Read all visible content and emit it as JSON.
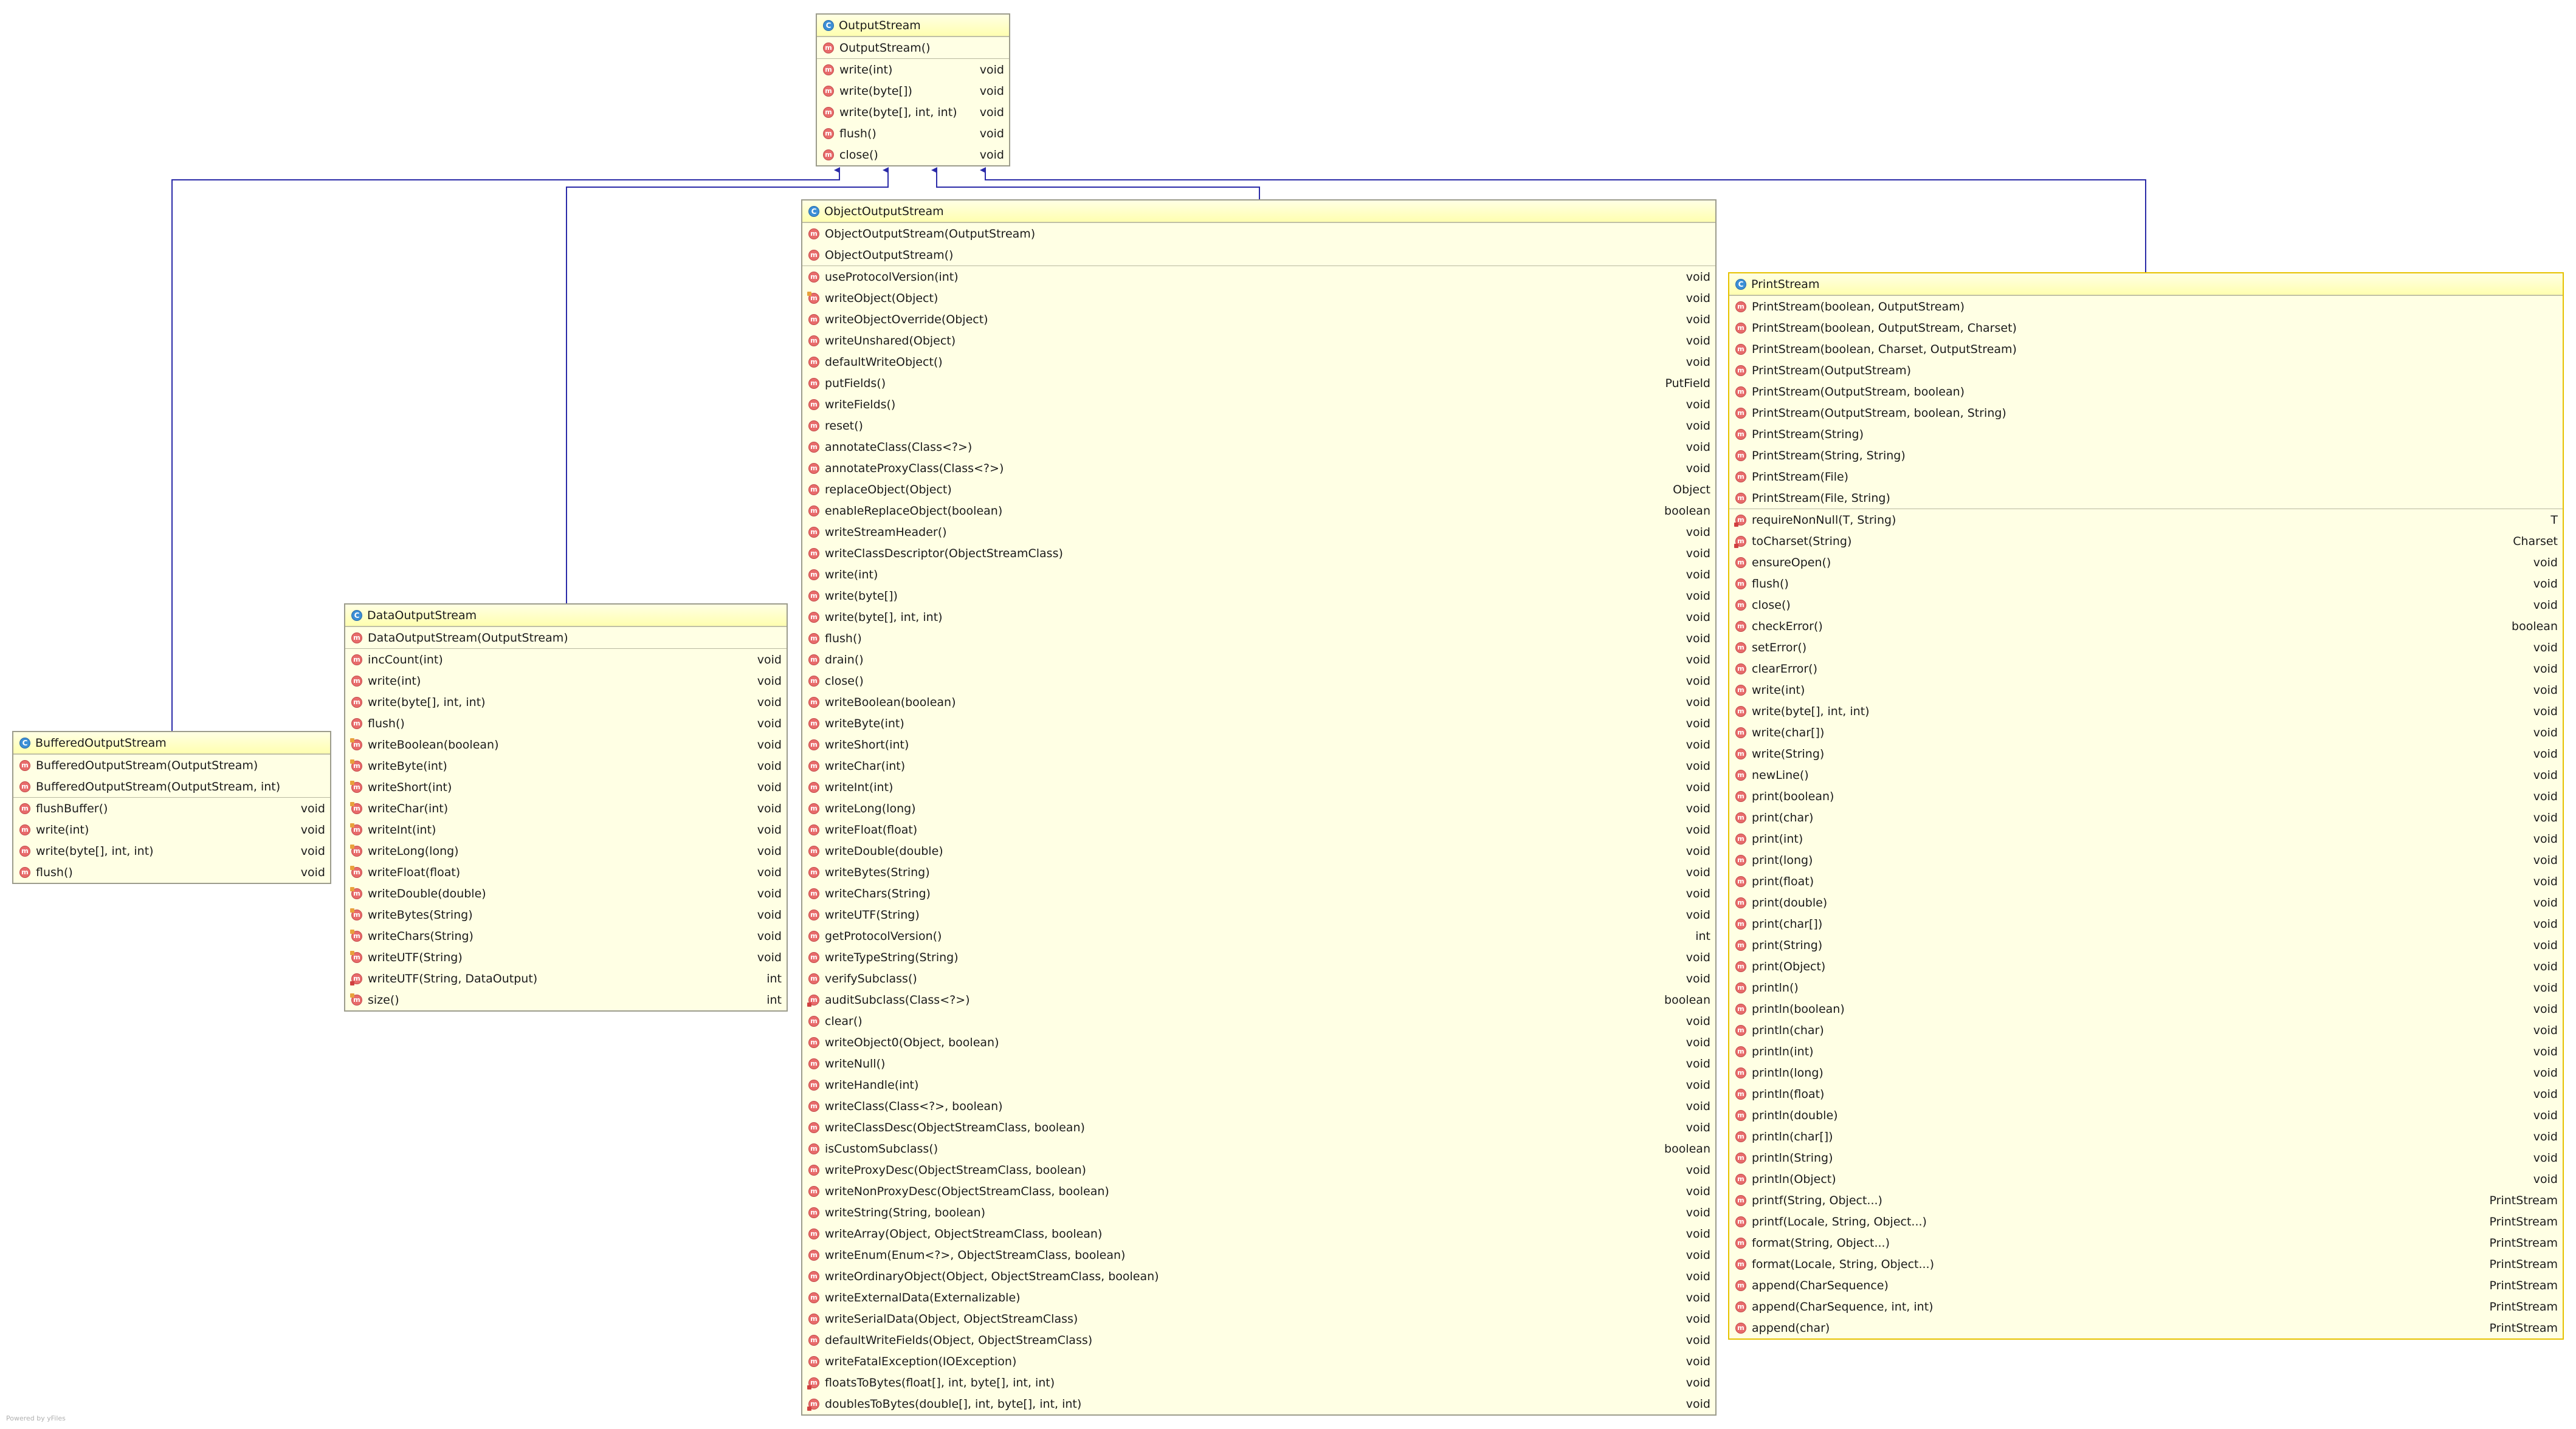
{
  "credit": "Powered by yFiles",
  "classes": {
    "OutputStream": {
      "name": "OutputStream",
      "constructors": [
        {
          "sig": "OutputStream()",
          "ret": "",
          "vis": "public"
        }
      ],
      "methods": [
        {
          "sig": "write(int)",
          "ret": "void",
          "vis": "public"
        },
        {
          "sig": "write(byte[])",
          "ret": "void",
          "vis": "public"
        },
        {
          "sig": "write(byte[], int, int)",
          "ret": "void",
          "vis": "public"
        },
        {
          "sig": "flush()",
          "ret": "void",
          "vis": "public"
        },
        {
          "sig": "close()",
          "ret": "void",
          "vis": "public"
        }
      ]
    },
    "ObjectOutputStream": {
      "name": "ObjectOutputStream",
      "constructors": [
        {
          "sig": "ObjectOutputStream(OutputStream)",
          "ret": "",
          "vis": "public"
        },
        {
          "sig": "ObjectOutputStream()",
          "ret": "",
          "vis": "public"
        }
      ],
      "methods": [
        {
          "sig": "useProtocolVersion(int)",
          "ret": "void",
          "vis": "public"
        },
        {
          "sig": "writeObject(Object)",
          "ret": "void",
          "vis": "protected"
        },
        {
          "sig": "writeObjectOverride(Object)",
          "ret": "void",
          "vis": "public"
        },
        {
          "sig": "writeUnshared(Object)",
          "ret": "void",
          "vis": "public"
        },
        {
          "sig": "defaultWriteObject()",
          "ret": "void",
          "vis": "public"
        },
        {
          "sig": "putFields()",
          "ret": "PutField",
          "vis": "public"
        },
        {
          "sig": "writeFields()",
          "ret": "void",
          "vis": "public"
        },
        {
          "sig": "reset()",
          "ret": "void",
          "vis": "public"
        },
        {
          "sig": "annotateClass(Class<?>)",
          "ret": "void",
          "vis": "public"
        },
        {
          "sig": "annotateProxyClass(Class<?>)",
          "ret": "void",
          "vis": "public"
        },
        {
          "sig": "replaceObject(Object)",
          "ret": "Object",
          "vis": "public"
        },
        {
          "sig": "enableReplaceObject(boolean)",
          "ret": "boolean",
          "vis": "public"
        },
        {
          "sig": "writeStreamHeader()",
          "ret": "void",
          "vis": "public"
        },
        {
          "sig": "writeClassDescriptor(ObjectStreamClass)",
          "ret": "void",
          "vis": "public"
        },
        {
          "sig": "write(int)",
          "ret": "void",
          "vis": "public"
        },
        {
          "sig": "write(byte[])",
          "ret": "void",
          "vis": "public"
        },
        {
          "sig": "write(byte[], int, int)",
          "ret": "void",
          "vis": "public"
        },
        {
          "sig": "flush()",
          "ret": "void",
          "vis": "public"
        },
        {
          "sig": "drain()",
          "ret": "void",
          "vis": "public"
        },
        {
          "sig": "close()",
          "ret": "void",
          "vis": "public"
        },
        {
          "sig": "writeBoolean(boolean)",
          "ret": "void",
          "vis": "public"
        },
        {
          "sig": "writeByte(int)",
          "ret": "void",
          "vis": "public"
        },
        {
          "sig": "writeShort(int)",
          "ret": "void",
          "vis": "public"
        },
        {
          "sig": "writeChar(int)",
          "ret": "void",
          "vis": "public"
        },
        {
          "sig": "writeInt(int)",
          "ret": "void",
          "vis": "public"
        },
        {
          "sig": "writeLong(long)",
          "ret": "void",
          "vis": "public"
        },
        {
          "sig": "writeFloat(float)",
          "ret": "void",
          "vis": "public"
        },
        {
          "sig": "writeDouble(double)",
          "ret": "void",
          "vis": "public"
        },
        {
          "sig": "writeBytes(String)",
          "ret": "void",
          "vis": "public"
        },
        {
          "sig": "writeChars(String)",
          "ret": "void",
          "vis": "public"
        },
        {
          "sig": "writeUTF(String)",
          "ret": "void",
          "vis": "public"
        },
        {
          "sig": "getProtocolVersion()",
          "ret": "int",
          "vis": "public"
        },
        {
          "sig": "writeTypeString(String)",
          "ret": "void",
          "vis": "public"
        },
        {
          "sig": "verifySubclass()",
          "ret": "void",
          "vis": "public"
        },
        {
          "sig": "auditSubclass(Class<?>)",
          "ret": "boolean",
          "vis": "private"
        },
        {
          "sig": "clear()",
          "ret": "void",
          "vis": "public"
        },
        {
          "sig": "writeObject0(Object, boolean)",
          "ret": "void",
          "vis": "public"
        },
        {
          "sig": "writeNull()",
          "ret": "void",
          "vis": "public"
        },
        {
          "sig": "writeHandle(int)",
          "ret": "void",
          "vis": "public"
        },
        {
          "sig": "writeClass(Class<?>, boolean)",
          "ret": "void",
          "vis": "public"
        },
        {
          "sig": "writeClassDesc(ObjectStreamClass, boolean)",
          "ret": "void",
          "vis": "public"
        },
        {
          "sig": "isCustomSubclass()",
          "ret": "boolean",
          "vis": "public"
        },
        {
          "sig": "writeProxyDesc(ObjectStreamClass, boolean)",
          "ret": "void",
          "vis": "public"
        },
        {
          "sig": "writeNonProxyDesc(ObjectStreamClass, boolean)",
          "ret": "void",
          "vis": "public"
        },
        {
          "sig": "writeString(String, boolean)",
          "ret": "void",
          "vis": "public"
        },
        {
          "sig": "writeArray(Object, ObjectStreamClass, boolean)",
          "ret": "void",
          "vis": "public"
        },
        {
          "sig": "writeEnum(Enum<?>, ObjectStreamClass, boolean)",
          "ret": "void",
          "vis": "public"
        },
        {
          "sig": "writeOrdinaryObject(Object, ObjectStreamClass, boolean)",
          "ret": "void",
          "vis": "public"
        },
        {
          "sig": "writeExternalData(Externalizable)",
          "ret": "void",
          "vis": "public"
        },
        {
          "sig": "writeSerialData(Object, ObjectStreamClass)",
          "ret": "void",
          "vis": "public"
        },
        {
          "sig": "defaultWriteFields(Object, ObjectStreamClass)",
          "ret": "void",
          "vis": "public"
        },
        {
          "sig": "writeFatalException(IOException)",
          "ret": "void",
          "vis": "public"
        },
        {
          "sig": "floatsToBytes(float[], int, byte[], int, int)",
          "ret": "void",
          "vis": "private"
        },
        {
          "sig": "doublesToBytes(double[], int, byte[], int, int)",
          "ret": "void",
          "vis": "private"
        }
      ]
    },
    "PrintStream": {
      "name": "PrintStream",
      "constructors": [
        {
          "sig": "PrintStream(boolean, OutputStream)",
          "ret": "",
          "vis": "public"
        },
        {
          "sig": "PrintStream(boolean, OutputStream, Charset)",
          "ret": "",
          "vis": "public"
        },
        {
          "sig": "PrintStream(boolean, Charset, OutputStream)",
          "ret": "",
          "vis": "public"
        },
        {
          "sig": "PrintStream(OutputStream)",
          "ret": "",
          "vis": "public"
        },
        {
          "sig": "PrintStream(OutputStream, boolean)",
          "ret": "",
          "vis": "public"
        },
        {
          "sig": "PrintStream(OutputStream, boolean, String)",
          "ret": "",
          "vis": "public"
        },
        {
          "sig": "PrintStream(String)",
          "ret": "",
          "vis": "public"
        },
        {
          "sig": "PrintStream(String, String)",
          "ret": "",
          "vis": "public"
        },
        {
          "sig": "PrintStream(File)",
          "ret": "",
          "vis": "public"
        },
        {
          "sig": "PrintStream(File, String)",
          "ret": "",
          "vis": "public"
        }
      ],
      "methods": [
        {
          "sig": "requireNonNull(T, String)",
          "ret": "T",
          "vis": "private"
        },
        {
          "sig": "toCharset(String)",
          "ret": "Charset",
          "vis": "private"
        },
        {
          "sig": "ensureOpen()",
          "ret": "void",
          "vis": "public"
        },
        {
          "sig": "flush()",
          "ret": "void",
          "vis": "public"
        },
        {
          "sig": "close()",
          "ret": "void",
          "vis": "public"
        },
        {
          "sig": "checkError()",
          "ret": "boolean",
          "vis": "public"
        },
        {
          "sig": "setError()",
          "ret": "void",
          "vis": "public"
        },
        {
          "sig": "clearError()",
          "ret": "void",
          "vis": "public"
        },
        {
          "sig": "write(int)",
          "ret": "void",
          "vis": "public"
        },
        {
          "sig": "write(byte[], int, int)",
          "ret": "void",
          "vis": "public"
        },
        {
          "sig": "write(char[])",
          "ret": "void",
          "vis": "public"
        },
        {
          "sig": "write(String)",
          "ret": "void",
          "vis": "public"
        },
        {
          "sig": "newLine()",
          "ret": "void",
          "vis": "public"
        },
        {
          "sig": "print(boolean)",
          "ret": "void",
          "vis": "public"
        },
        {
          "sig": "print(char)",
          "ret": "void",
          "vis": "public"
        },
        {
          "sig": "print(int)",
          "ret": "void",
          "vis": "public"
        },
        {
          "sig": "print(long)",
          "ret": "void",
          "vis": "public"
        },
        {
          "sig": "print(float)",
          "ret": "void",
          "vis": "public"
        },
        {
          "sig": "print(double)",
          "ret": "void",
          "vis": "public"
        },
        {
          "sig": "print(char[])",
          "ret": "void",
          "vis": "public"
        },
        {
          "sig": "print(String)",
          "ret": "void",
          "vis": "public"
        },
        {
          "sig": "print(Object)",
          "ret": "void",
          "vis": "public"
        },
        {
          "sig": "println()",
          "ret": "void",
          "vis": "public"
        },
        {
          "sig": "println(boolean)",
          "ret": "void",
          "vis": "public"
        },
        {
          "sig": "println(char)",
          "ret": "void",
          "vis": "public"
        },
        {
          "sig": "println(int)",
          "ret": "void",
          "vis": "public"
        },
        {
          "sig": "println(long)",
          "ret": "void",
          "vis": "public"
        },
        {
          "sig": "println(float)",
          "ret": "void",
          "vis": "public"
        },
        {
          "sig": "println(double)",
          "ret": "void",
          "vis": "public"
        },
        {
          "sig": "println(char[])",
          "ret": "void",
          "vis": "public"
        },
        {
          "sig": "println(String)",
          "ret": "void",
          "vis": "public"
        },
        {
          "sig": "println(Object)",
          "ret": "void",
          "vis": "public"
        },
        {
          "sig": "printf(String, Object...)",
          "ret": "PrintStream",
          "vis": "public"
        },
        {
          "sig": "printf(Locale, String, Object...)",
          "ret": "PrintStream",
          "vis": "public"
        },
        {
          "sig": "format(String, Object...)",
          "ret": "PrintStream",
          "vis": "public"
        },
        {
          "sig": "format(Locale, String, Object...)",
          "ret": "PrintStream",
          "vis": "public"
        },
        {
          "sig": "append(CharSequence)",
          "ret": "PrintStream",
          "vis": "public"
        },
        {
          "sig": "append(CharSequence, int, int)",
          "ret": "PrintStream",
          "vis": "public"
        },
        {
          "sig": "append(char)",
          "ret": "PrintStream",
          "vis": "public"
        }
      ]
    },
    "DataOutputStream": {
      "name": "DataOutputStream",
      "constructors": [
        {
          "sig": "DataOutputStream(OutputStream)",
          "ret": "",
          "vis": "public"
        }
      ],
      "methods": [
        {
          "sig": "incCount(int)",
          "ret": "void",
          "vis": "public"
        },
        {
          "sig": "write(int)",
          "ret": "void",
          "vis": "public"
        },
        {
          "sig": "write(byte[], int, int)",
          "ret": "void",
          "vis": "public"
        },
        {
          "sig": "flush()",
          "ret": "void",
          "vis": "public"
        },
        {
          "sig": "writeBoolean(boolean)",
          "ret": "void",
          "vis": "protected"
        },
        {
          "sig": "writeByte(int)",
          "ret": "void",
          "vis": "protected"
        },
        {
          "sig": "writeShort(int)",
          "ret": "void",
          "vis": "protected"
        },
        {
          "sig": "writeChar(int)",
          "ret": "void",
          "vis": "protected"
        },
        {
          "sig": "writeInt(int)",
          "ret": "void",
          "vis": "protected"
        },
        {
          "sig": "writeLong(long)",
          "ret": "void",
          "vis": "protected"
        },
        {
          "sig": "writeFloat(float)",
          "ret": "void",
          "vis": "protected"
        },
        {
          "sig": "writeDouble(double)",
          "ret": "void",
          "vis": "protected"
        },
        {
          "sig": "writeBytes(String)",
          "ret": "void",
          "vis": "protected"
        },
        {
          "sig": "writeChars(String)",
          "ret": "void",
          "vis": "protected"
        },
        {
          "sig": "writeUTF(String)",
          "ret": "void",
          "vis": "protected"
        },
        {
          "sig": "writeUTF(String, DataOutput)",
          "ret": "int",
          "vis": "private"
        },
        {
          "sig": "size()",
          "ret": "int",
          "vis": "protected"
        }
      ]
    },
    "BufferedOutputStream": {
      "name": "BufferedOutputStream",
      "constructors": [
        {
          "sig": "BufferedOutputStream(OutputStream)",
          "ret": "",
          "vis": "public"
        },
        {
          "sig": "BufferedOutputStream(OutputStream, int)",
          "ret": "",
          "vis": "public"
        }
      ],
      "methods": [
        {
          "sig": "flushBuffer()",
          "ret": "void",
          "vis": "public"
        },
        {
          "sig": "write(int)",
          "ret": "void",
          "vis": "public"
        },
        {
          "sig": "write(byte[], int, int)",
          "ret": "void",
          "vis": "public"
        },
        {
          "sig": "flush()",
          "ret": "void",
          "vis": "public"
        }
      ]
    }
  },
  "edges": [
    {
      "from": "BufferedOutputStream",
      "to": "OutputStream"
    },
    {
      "from": "DataOutputStream",
      "to": "OutputStream"
    },
    {
      "from": "ObjectOutputStream",
      "to": "OutputStream"
    },
    {
      "from": "PrintStream",
      "to": "OutputStream"
    }
  ],
  "colors": {
    "edge": "#2b2ba8",
    "classFill": "#ffffe4",
    "classIcon": "#3c8fd6",
    "methodIcon": "#e86b6b"
  }
}
